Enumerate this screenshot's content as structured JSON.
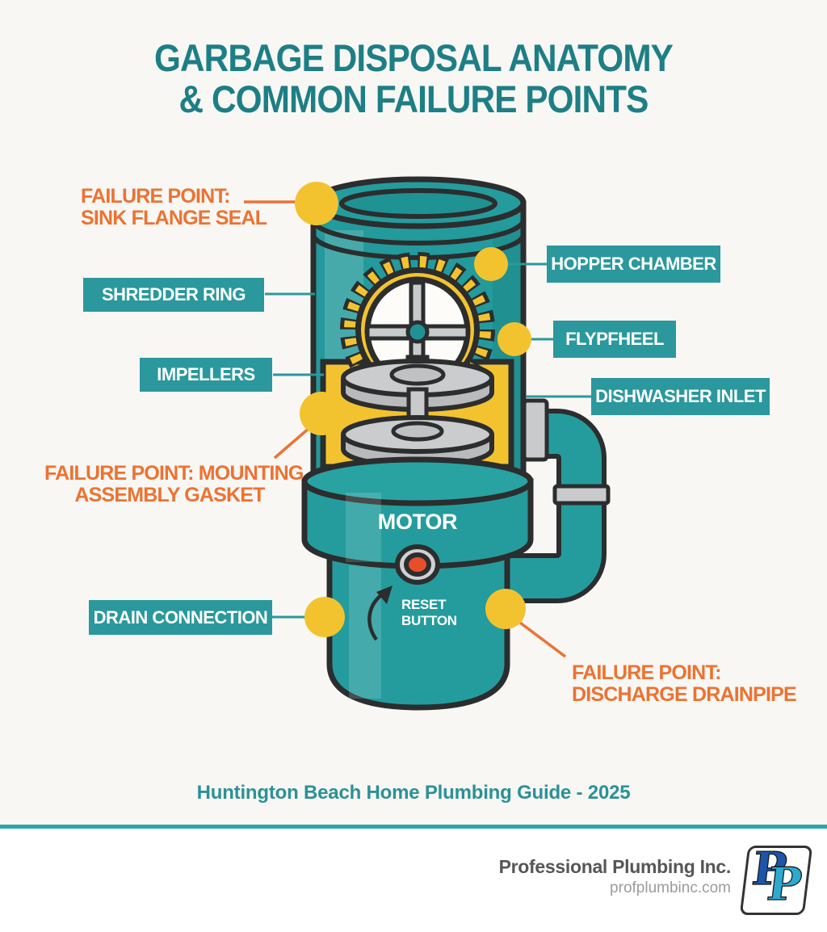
{
  "title": {
    "line1": "GARBAGE DISPOSAL ANATOMY",
    "line2": "& COMMON FAILURE POINTS"
  },
  "labels": {
    "failure_sink": {
      "line1": "FAILURE POINT:",
      "line2": "SINK FLANGE SEAL"
    },
    "shredder_ring": "SHREDDER RING",
    "impellers": "IMPELLERS",
    "failure_gasket": {
      "line1": "FAILURE POINT: MOUNTING",
      "line2": "ASSEMBLY GASKET"
    },
    "drain_connection": "DRAIN CONNECTION",
    "hopper_chamber": "HOPPER CHAMBER",
    "flywheel": "FLYPFHEEL",
    "dishwasher_inlet": "DISHWASHER INLET",
    "failure_discharge": {
      "line1": "FAILURE POINT:",
      "line2": "DISCHARGE DRAINPIPE"
    },
    "motor": "MOTOR",
    "reset": {
      "line1": "RESET",
      "line2": "BUTTON"
    }
  },
  "guide_note": "Huntington Beach Home Plumbing Guide - 2025",
  "footer": {
    "company": "Professional Plumbing Inc.",
    "website": "profplumbinc.com",
    "logo_letter_1": "P",
    "logo_letter_2": "P"
  },
  "colors": {
    "background": "#f8f7f4",
    "body_teal": "#249c9d",
    "label_teal": "#2a989c",
    "title_teal": "#1d7f85",
    "accent_orange": "#ed7231",
    "callout_yellow": "#f3c32f",
    "outline_dark": "#2b2d2e",
    "reset_red": "#e94e2b",
    "divider_teal": "#2ba7ac"
  }
}
